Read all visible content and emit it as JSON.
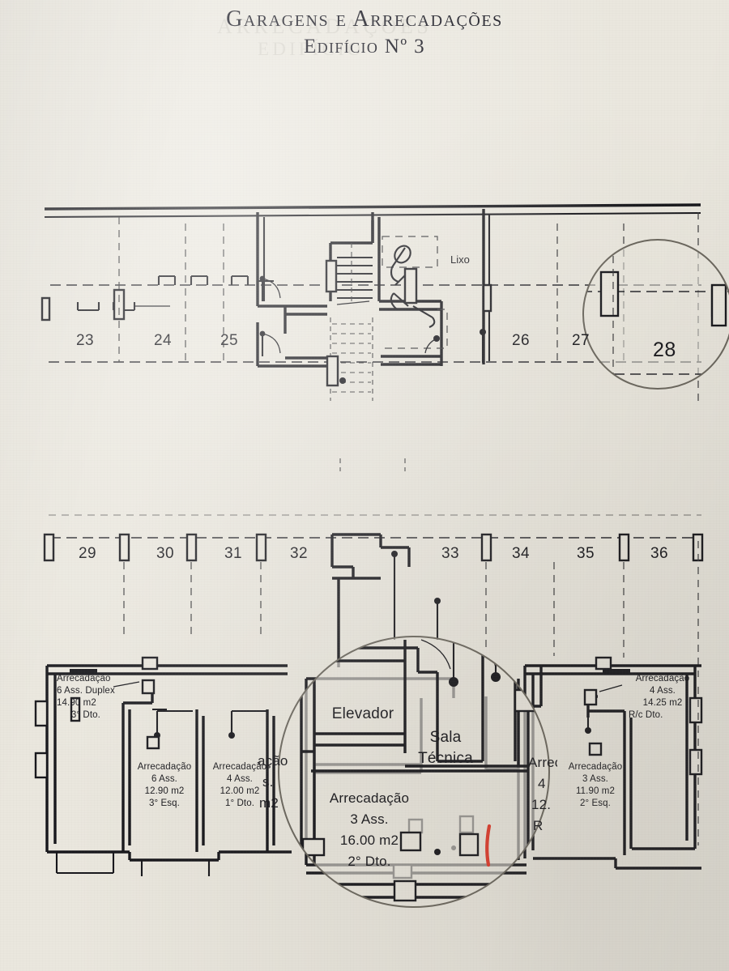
{
  "document": {
    "title_line1": "Garagens e Arrecadações",
    "title_line2": "Edifício Nº 3",
    "sheet_type": "architectural-floor-plan",
    "colors": {
      "paper": "#eae7de",
      "ink": "#16161b",
      "annotation_red": "#e0392a",
      "loupe_ring": "#6a665d"
    }
  },
  "upper_level": {
    "name": "garage-level-upper",
    "rooms": [
      {
        "name": "lixo-room",
        "label": "Lixo"
      }
    ],
    "parking_bays": [
      {
        "number": "23"
      },
      {
        "number": "24"
      },
      {
        "number": "25"
      },
      {
        "number": "26"
      },
      {
        "number": "27"
      },
      {
        "number": "28"
      }
    ],
    "magnifier": {
      "name": "loupe-upper",
      "focus_bay": "28"
    }
  },
  "lower_level": {
    "name": "garage-level-lower",
    "parking_bays": [
      {
        "number": "29"
      },
      {
        "number": "30"
      },
      {
        "number": "31"
      },
      {
        "number": "32"
      },
      {
        "number": "33"
      },
      {
        "number": "34"
      },
      {
        "number": "35"
      },
      {
        "number": "36"
      }
    ],
    "storage_units": [
      {
        "name": "storage-6ass-duplex",
        "title": "Arrecadação",
        "units": "6 Ass. Duplex",
        "area": "14.90 m2",
        "floor": "3° Dto."
      },
      {
        "name": "storage-6ass-3esq",
        "title": "Arrecadação",
        "units": "6 Ass.",
        "area": "12.90 m2",
        "floor": "3° Esq."
      },
      {
        "name": "storage-4ass-1dto",
        "title": "Arrecadação",
        "units": "4 Ass.",
        "area": "12.00 m2",
        "floor": "1° Dto."
      },
      {
        "name": "storage-3ass-2dto",
        "title": "Arrecadação",
        "units": "3 Ass.",
        "area": "16.00 m2",
        "floor": "2° Dto."
      },
      {
        "name": "storage-3ass-2esq",
        "title": "Arrecadação",
        "units": "3 Ass.",
        "area": "11.90 m2",
        "floor": "2° Esq."
      },
      {
        "name": "storage-4ass-rc-dto",
        "title": "Arrecadação",
        "units": "4 Ass.",
        "area": "14.25 m2",
        "floor": "R/c Dto."
      }
    ],
    "service_rooms": [
      {
        "name": "elevator-room",
        "label": "Elevador"
      },
      {
        "name": "technical-room",
        "label_line1": "Sala",
        "label_line2": "Técnica"
      }
    ],
    "magnifier": {
      "name": "loupe-lower",
      "elevator_label": "Elevador",
      "technical_label_line1": "Sala",
      "technical_label_line2": "Técnica",
      "storage_title": "Arrecadação",
      "storage_units": "3 Ass.",
      "storage_area": "16.00 m2",
      "storage_floor": "2° Dto.",
      "clipped_left": {
        "line1": "ação",
        "line2": "s.",
        "line3": "m2"
      },
      "clipped_right": {
        "line1": "Arrec",
        "line2": "4",
        "line3": "12.",
        "line4": "R"
      }
    },
    "annotation": {
      "name": "red-pen-mark",
      "color": "#e0392a",
      "shape": "vertical-stroke"
    }
  },
  "ghost_bleed": {
    "line1": "ARRECADAÇÕES",
    "line2": "EDIFÍCIO"
  }
}
